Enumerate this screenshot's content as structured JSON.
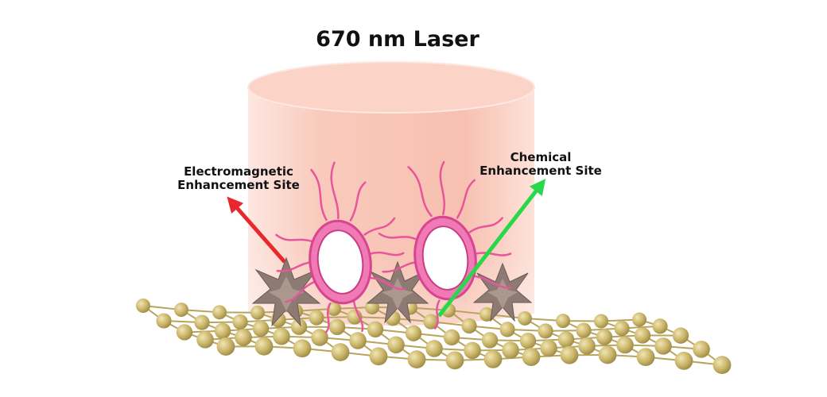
{
  "title": "670 nm Laser",
  "labels": {
    "electromagnetic": {
      "line1": "Electromagnetic",
      "line2": "Enhancement Site"
    },
    "chemical": {
      "line1": "Chemical",
      "line2": "Enhancement Site"
    }
  },
  "colors": {
    "laser_beam": "#f9c6bb",
    "bacteria": "#e8559c",
    "nanostar": "#8c7a72",
    "graphene_atom": "#c8b56a",
    "em_arrow": "#e8282d",
    "ce_arrow": "#28d84a"
  },
  "icons": [
    "laser-beam",
    "bacterium-icon",
    "nanostar-icon",
    "graphene-sheet",
    "arrow-icon"
  ]
}
